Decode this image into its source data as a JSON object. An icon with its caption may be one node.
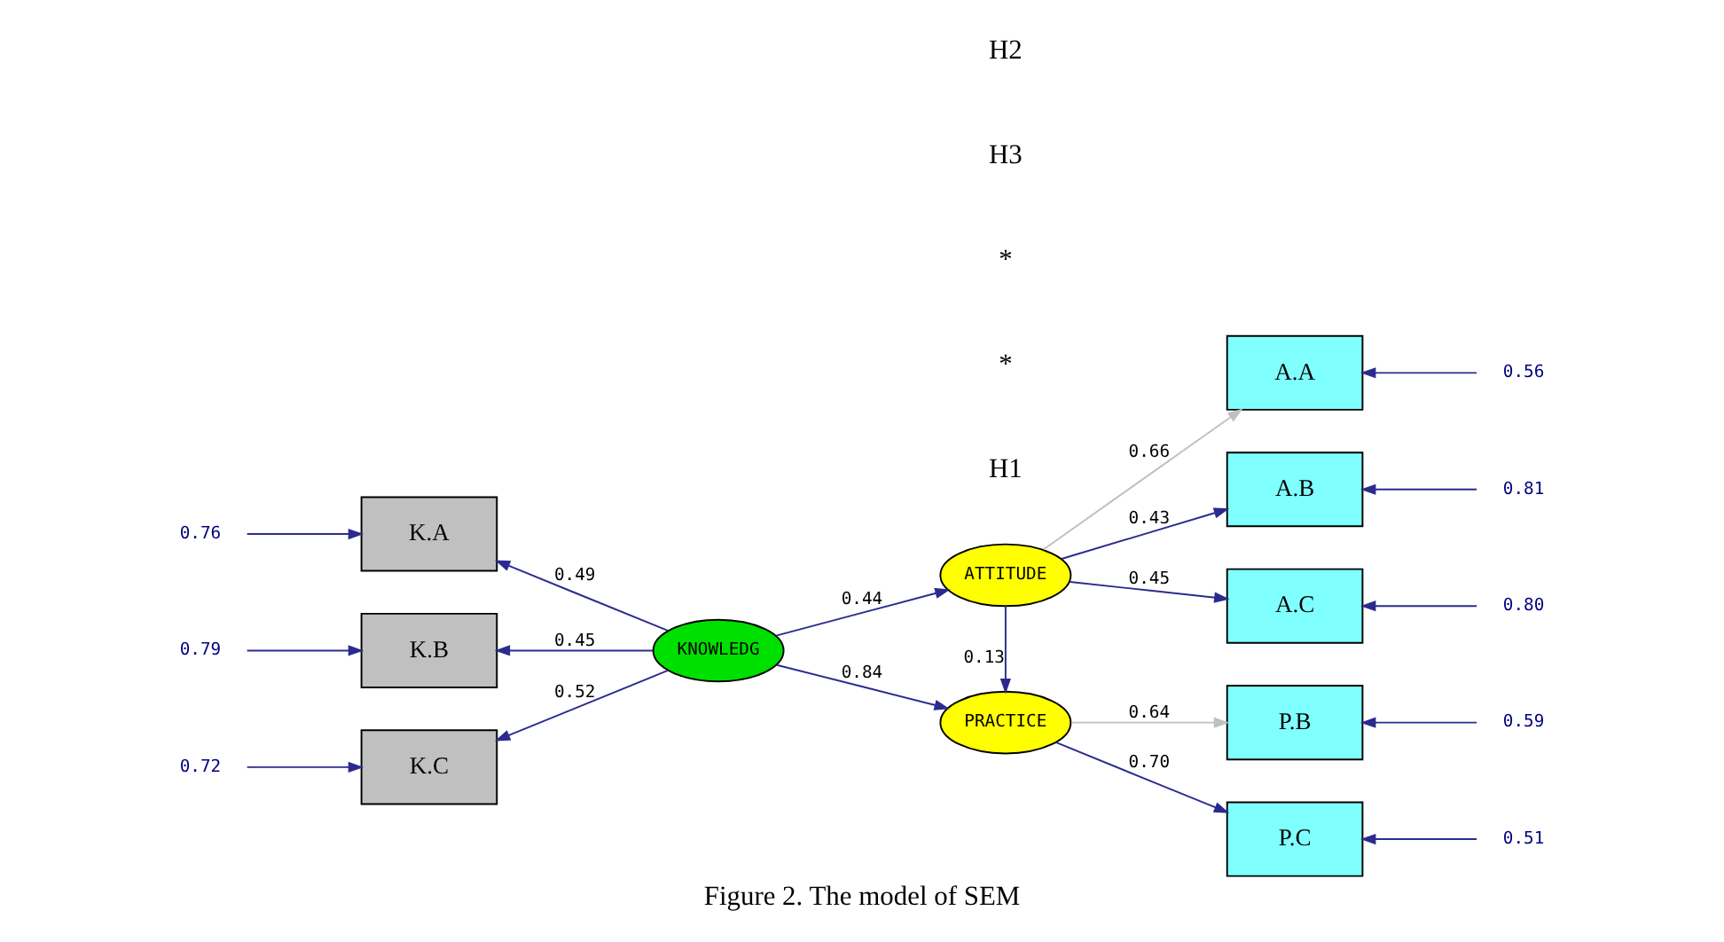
{
  "diagram": {
    "caption": "Figure 2. The model of SEM",
    "nodes": [
      {
        "text": [
          "KNOWLEDG"
        ]
      },
      {
        "text": [
          "ATTITUDE"
        ]
      },
      {
        "text": [
          "PRACTICE"
        ]
      },
      {
        "text": [
          "K.A"
        ]
      },
      {
        "text": [
          "K.B"
        ]
      },
      {
        "text": [
          "K.C"
        ]
      },
      {
        "text": [
          "A.A"
        ]
      },
      {
        "text": [
          "A.B"
        ]
      },
      {
        "text": [
          "A.C"
        ]
      },
      {
        "text": [
          "P.B"
        ]
      },
      {
        "text": [
          "P.C"
        ]
      },
      {
        "text": [
          "0.76"
        ]
      },
      {
        "text": [
          "0.79"
        ]
      },
      {
        "text": [
          "0.72"
        ]
      },
      {
        "text": [
          "0.56"
        ]
      },
      {
        "text": [
          "0.81"
        ]
      },
      {
        "text": [
          "0.80"
        ]
      },
      {
        "text": [
          "0.59"
        ]
      },
      {
        "text": [
          "0.51"
        ]
      }
    ],
    "edges": [
      {
        "from": 0,
        "to": 3,
        "arrow": "to",
        "label": "0.49"
      },
      {
        "from": 0,
        "to": 4,
        "arrow": "to",
        "label": "0.45"
      },
      {
        "from": 0,
        "to": 5,
        "arrow": "to",
        "label": "0.52"
      },
      {
        "from": 0,
        "to": 1,
        "arrow": "to",
        "label": "0.44"
      },
      {
        "from": 0,
        "to": 2,
        "arrow": "to",
        "label": "0.84"
      },
      {
        "from": 1,
        "to": 2,
        "arrow": "to",
        "label": "0.13"
      },
      {
        "from": 1,
        "to": 6,
        "arrow": "to",
        "label": "0.66",
        "color": "#c0c0c0"
      },
      {
        "from": 1,
        "to": 7,
        "arrow": "to",
        "label": "0.43"
      },
      {
        "from": 1,
        "to": 8,
        "arrow": "to",
        "label": "0.45"
      },
      {
        "from": 2,
        "to": 9,
        "arrow": "to",
        "label": "0.64",
        "color": "#c0c0c0"
      },
      {
        "from": 2,
        "to": 10,
        "arrow": "to",
        "label": "0.70"
      },
      {
        "from": 11,
        "to": 3,
        "arrow": "to"
      },
      {
        "from": 12,
        "to": 4,
        "arrow": "to"
      },
      {
        "from": 13,
        "to": 5,
        "arrow": "to"
      },
      {
        "from": 14,
        "to": 6,
        "arrow": "to"
      },
      {
        "from": 15,
        "to": 7,
        "arrow": "to"
      },
      {
        "from": 16,
        "to": 8,
        "arrow": "to"
      },
      {
        "from": 17,
        "to": 9,
        "arrow": "to"
      },
      {
        "from": 18,
        "to": 10,
        "arrow": "to"
      }
    ],
    "labels": [
      "H1",
      "*",
      "*",
      "H3",
      "H2"
    ]
  }
}
